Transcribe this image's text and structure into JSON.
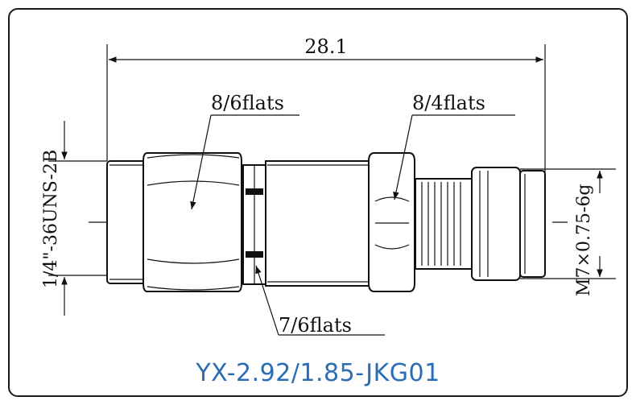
{
  "dimensions": {
    "overall_length": "28.1",
    "left_hex": "8/6flats",
    "right_hex": "8/4flats",
    "middle_hex": "7/6flats",
    "left_thread": "1/4\"-36UNS-2B",
    "right_thread": "M7×0.75-6g"
  },
  "caption": "YX-2.92/1.85-JKG01",
  "colors": {
    "caption": "#2a6db5",
    "line": "#111111"
  }
}
